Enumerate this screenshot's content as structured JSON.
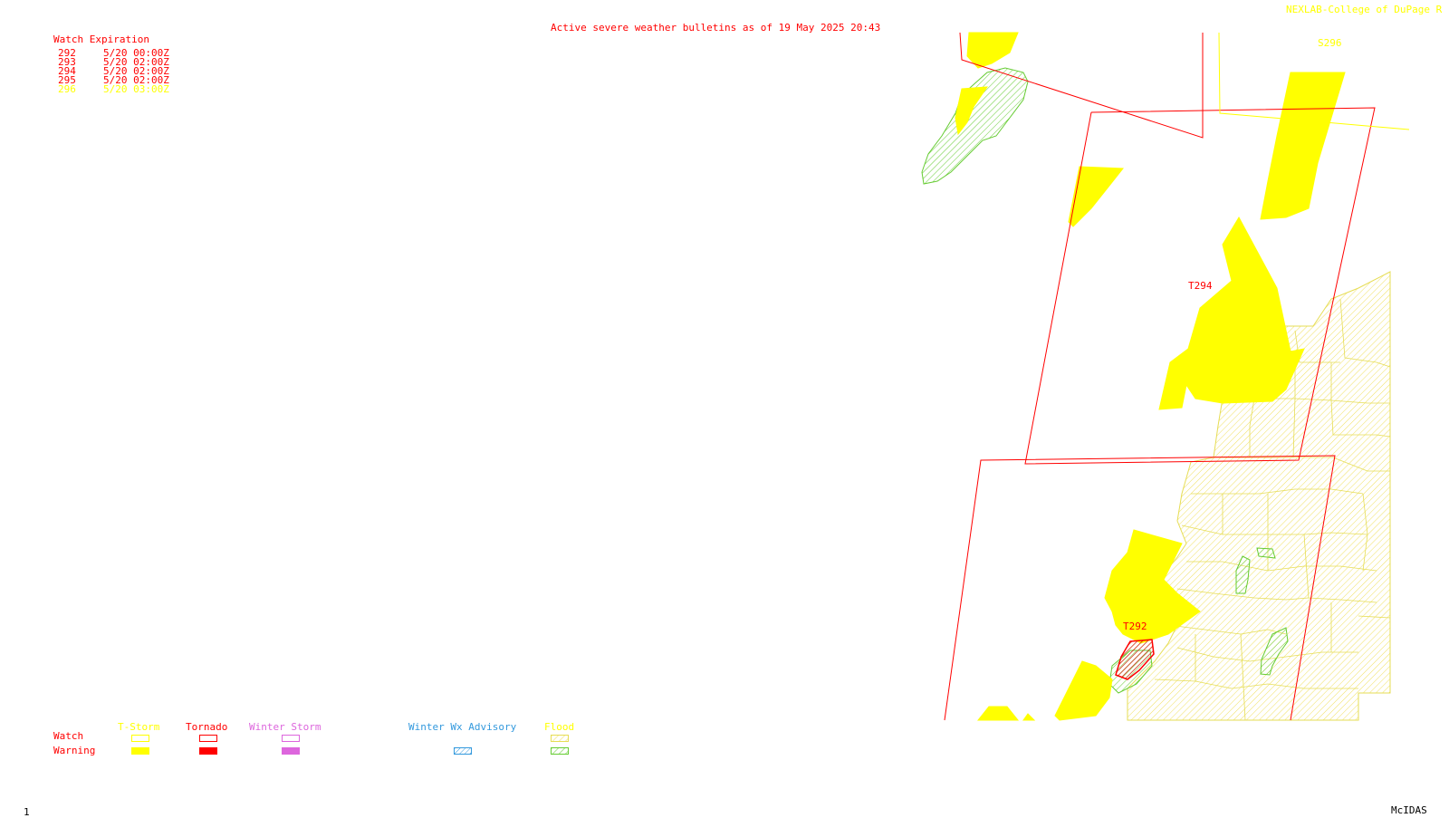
{
  "header": {
    "title": "Active severe weather bulletins as of 19 May 2025 20:43",
    "credit": "NEXLAB-College of DuPage R"
  },
  "watch_expiration": {
    "label": "Watch Expiration",
    "rows": [
      {
        "id": "292",
        "time": "5/20 00:00Z",
        "color": "#ff0000"
      },
      {
        "id": "293",
        "time": "5/20 02:00Z",
        "color": "#ff0000"
      },
      {
        "id": "294",
        "time": "5/20 02:00Z",
        "color": "#ff0000"
      },
      {
        "id": "295",
        "time": "5/20 02:00Z",
        "color": "#ff0000"
      },
      {
        "id": "296",
        "time": "5/20 03:00Z",
        "color": "#ffff00"
      }
    ]
  },
  "map_labels": {
    "t294": "T294",
    "t292": "T292",
    "s296": "S296"
  },
  "legend": {
    "tstorm": "T-Storm",
    "tornado": "Tornado",
    "winter_storm": "Winter Storm",
    "winter_wx_advisory": "Winter Wx Advisory",
    "flood": "Flood",
    "watch": "Watch",
    "warning": "Warning"
  },
  "colors": {
    "tstorm": "#ffff00",
    "tornado": "#ff0000",
    "winter_storm": "#dd66dd",
    "winter_wx_advisory": "#3399dd",
    "flood_watch": "#e6dd55",
    "flood_warning": "#66cc33"
  },
  "footer": {
    "frame_number": "1",
    "software": "McIDAS"
  }
}
